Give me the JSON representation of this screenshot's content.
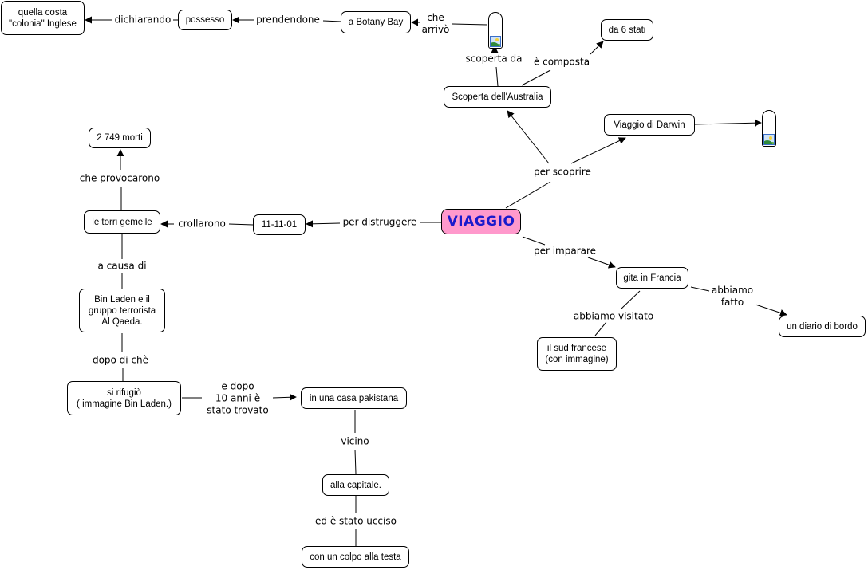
{
  "map_title": "VIAGGIO",
  "colors": {
    "main_node_fill": "#ff99cc",
    "main_node_text": "#1a1acc",
    "node_border": "#000000",
    "link": "#000000"
  },
  "nodes": {
    "viaggio": "VIAGGIO",
    "scoperta_australia": "Scoperta dell'Australia",
    "da_6_stati": "da 6 stati",
    "a_botany_bay": "a Botany Bay",
    "possesso": "possesso",
    "quella_costa": "quella costa\n\"colonia\" Inglese",
    "viaggio_darwin": "Viaggio di Darwin",
    "gita_francia": "gita in Francia",
    "sud_francese": "il sud francese\n(con immagine)",
    "diario_bordo": "un diario di bordo",
    "data_11_11_01": "11-11-01",
    "torri_gemelle": "le torri gemelle",
    "morti": "2 749 morti",
    "bin_laden": "Bin Laden e il\ngruppo terrorista\nAl Qaeda.",
    "si_rifugio": "si rifugiò\n( immagine Bin Laden.)",
    "casa_pakistana": "in una casa pakistana",
    "alla_capitale": "alla capitale.",
    "colpo_testa": "con un colpo alla testa"
  },
  "image_nodes": {
    "explorer_image": "image-placeholder-icon",
    "darwin_image": "image-placeholder-icon"
  },
  "links": {
    "per_scoprire": "per scoprire",
    "scoperta_da": "scoperta da",
    "e_composta": "è composta",
    "che_arrivo": "che\narrivò",
    "prendendone": "prendendone",
    "dichiarando": "dichiarando",
    "per_imparare": "per imparare",
    "abbiamo_visitato": "abbiamo visitato",
    "abbiamo_fatto": "abbiamo\nfatto",
    "per_distruggere": "per distruggere",
    "crollarono": "crollarono",
    "che_provocarono": "che provocarono",
    "a_causa_di": "a causa di",
    "dopo_di_che": "dopo di chè",
    "e_dopo": "e dopo\n10 anni è\nstato trovato",
    "vicino": "vicino",
    "ed_e_stato_ucciso": "ed è stato ucciso"
  }
}
